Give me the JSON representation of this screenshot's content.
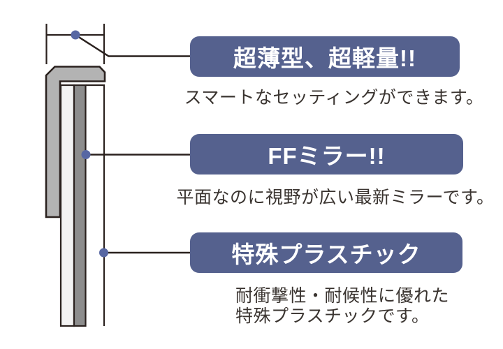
{
  "colors": {
    "background": "#ffffff",
    "badge_bg": "#55618e",
    "badge_text": "#ffffff",
    "callout_dot": "#5767a3",
    "line": "#2a211e",
    "frame_gray": "#b3b3b3",
    "mirror_gray": "#8d8d8d",
    "plastic_light": "#f3f3f3",
    "body_text": "#3a3430"
  },
  "diagram": {
    "parts": [
      "thickness-dimension",
      "frame-profile",
      "plastic-layer",
      "mirror-layer",
      "front-surface-line",
      "callout-dots"
    ]
  },
  "callouts": [
    {
      "title": "超薄型、超軽量!!",
      "description": "スマートなセッティングができます。"
    },
    {
      "title": "FFミラー!!",
      "description": "平面なのに視野が広い最新ミラーです。"
    },
    {
      "title": "特殊プラスチック",
      "description_lines": [
        "耐衝撃性・耐候性に優れた",
        "特殊プラスチックです。"
      ]
    }
  ]
}
